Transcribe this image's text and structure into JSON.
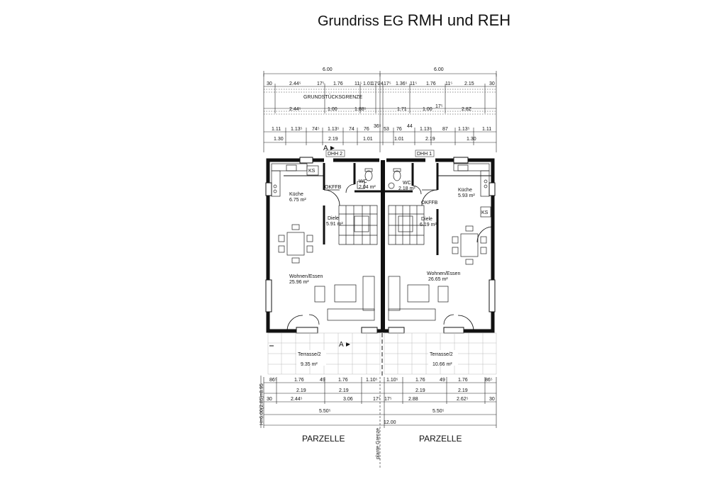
{
  "title": {
    "part1": "Grundriss EG ",
    "part2": "RMH und REH"
  },
  "dims": {
    "top_total": [
      "6.00",
      "6.00"
    ],
    "row1": [
      "30",
      "2.44⁵",
      "17⁵",
      "1.76",
      "11⁵",
      "1.01",
      "17⁵",
      "24",
      "17⁵",
      "1.36⁵",
      "11⁵",
      "1.76",
      "11⁵",
      "2.15",
      "30"
    ],
    "grenze": "GRUNDSTÜCKSGRENZE",
    "row2": [
      "2.44⁵",
      "1.00",
      "1.88⁵",
      "1.71",
      "1.00",
      "17⁵",
      "2.8Z"
    ],
    "row3": [
      "1.11",
      "1.13⁵",
      "74⁵",
      "1.13⁵",
      "74",
      "76",
      "36⁵",
      "53",
      "76",
      "1.13⁵",
      "87",
      "1.13⁵",
      "1.11"
    ],
    "row3b": [
      "44"
    ],
    "row4": [
      "1.30",
      "2.19",
      "1.01",
      "1.01",
      "2.19",
      "1.30"
    ],
    "bot1": [
      "86⁵",
      "1.76",
      "49",
      "1.76",
      "1.10⁵",
      "1.10⁵",
      "1.76",
      "49",
      "1.76",
      "86⁵"
    ],
    "bot2": [
      "2.19",
      "2.19",
      "2.19",
      "2.19"
    ],
    "bot3": [
      "30",
      "2.44⁵",
      "3.06",
      "17⁵",
      "17⁵",
      "2.88",
      "2.62⁵",
      "30"
    ],
    "bot4": [
      "5.50⁵",
      "5.50⁵"
    ],
    "bot5": "12.00",
    "side": "H=6.00(2.85)=8.95"
  },
  "units": {
    "left": "DHH 2",
    "right": "DHH 1"
  },
  "rooms": {
    "kueche_l_name": "Küche",
    "kueche_l_area": "6.75 m²",
    "wc_l_name": "WC",
    "wc_l_area": "2.04 m²",
    "diele_l_name": "Diele",
    "diele_l_area": "5.91 m²",
    "wohnen_l_name": "Wohnen/Essen",
    "wohnen_l_area": "25.96 m²",
    "terr_l_name": "Terrasse/2",
    "terr_l_area": "9.35 m²",
    "kueche_r_name": "Küche",
    "kueche_r_area": "5.93 m²",
    "wc_r_name": "WC",
    "wc_r_area": "2.18 m²",
    "diele_r_name": "Diele",
    "diele_r_area": "6.19 m²",
    "wohnen_r_name": "Wohnen/Essen",
    "wohnen_r_area": "26.65 m²",
    "terr_r_name": "Terrasse/2",
    "terr_r_area": "10.66 m²",
    "okffb": "OKFFB",
    "ks": "KS"
  },
  "section_marks": [
    "A",
    "A"
  ],
  "parcels": [
    "PARZELLE",
    "PARZELLE"
  ],
  "grenze_vert": "plante Grenze"
}
